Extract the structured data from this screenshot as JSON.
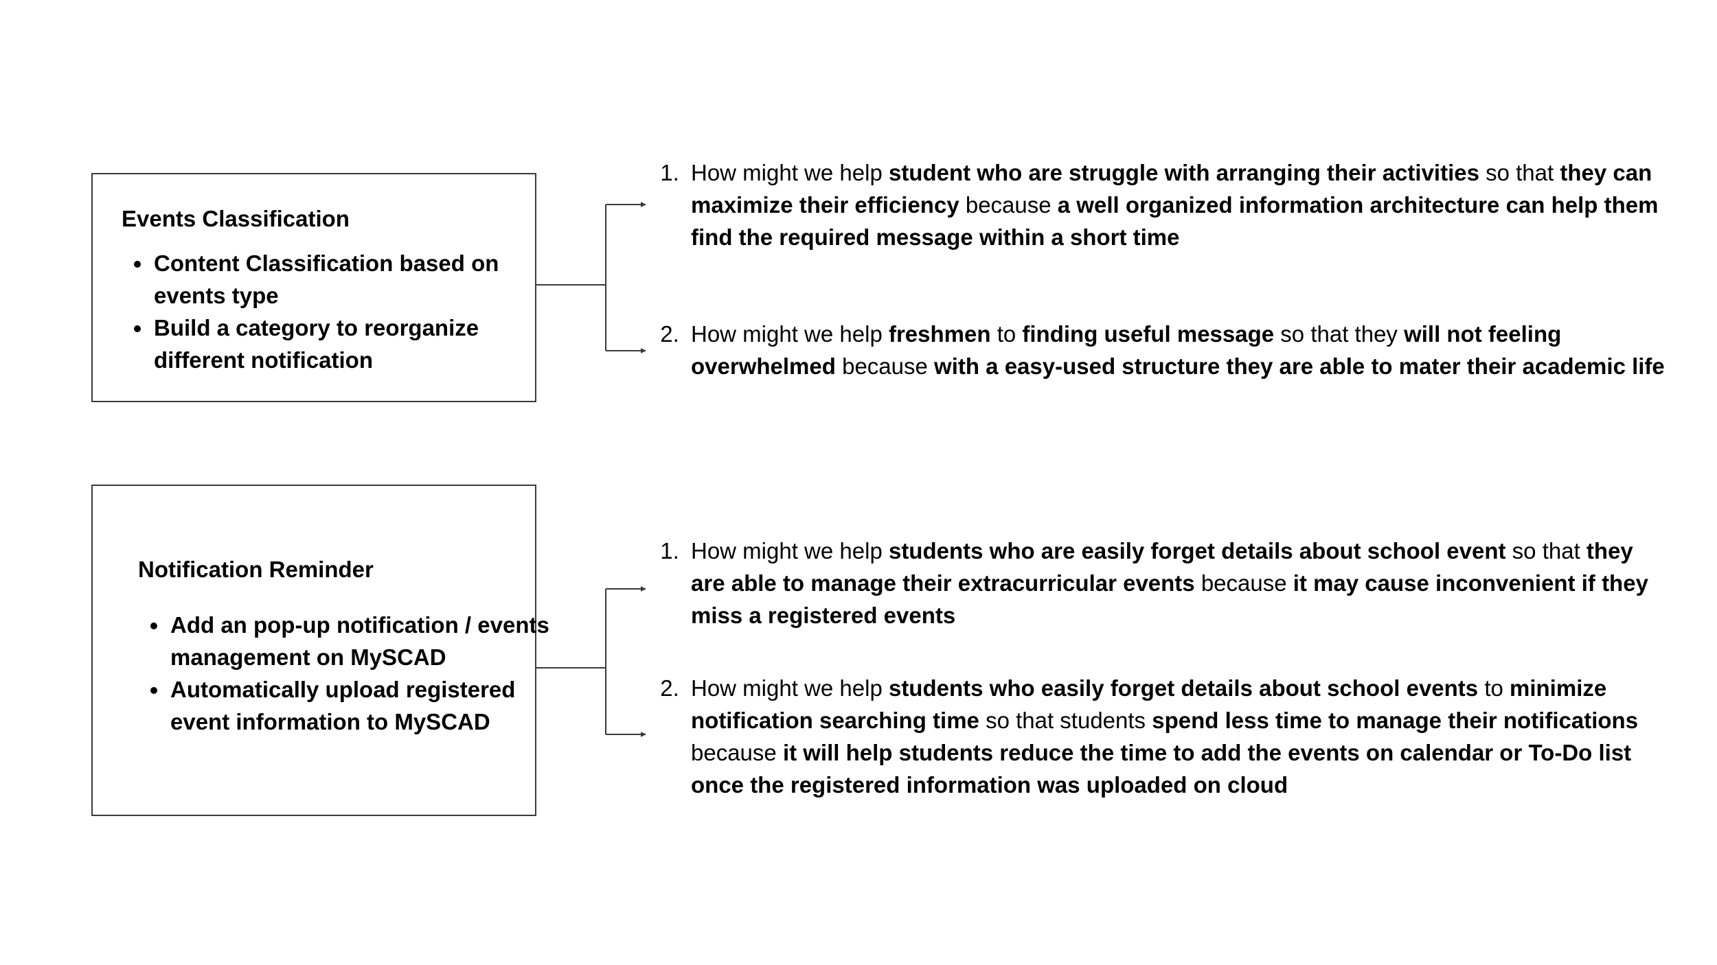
{
  "events_classification": {
    "title": "Events Classification",
    "bullets": [
      "Content Classification based on events type",
      "Build a category to reorganize different notification"
    ],
    "statements": [
      [
        {
          "text": "How might we help ",
          "bold": false
        },
        {
          "text": "student who are struggle with arranging their activities",
          "bold": true
        },
        {
          "text": " so that ",
          "bold": false
        },
        {
          "text": "they can maximize their efficiency",
          "bold": true
        },
        {
          "text": " because ",
          "bold": false
        },
        {
          "text": "a well organized information architecture can help them find the required message within a short time",
          "bold": true
        }
      ],
      [
        {
          "text": "How might we help ",
          "bold": false
        },
        {
          "text": "freshmen",
          "bold": true
        },
        {
          "text": " to ",
          "bold": false
        },
        {
          "text": "finding useful message",
          "bold": true
        },
        {
          "text": " so that they ",
          "bold": false
        },
        {
          "text": "will not feeling overwhelmed",
          "bold": true
        },
        {
          "text": " because ",
          "bold": false
        },
        {
          "text": "with a easy-used structure they are able to mater their academic life",
          "bold": true
        }
      ]
    ]
  },
  "notification_reminder": {
    "title": "Notification Reminder",
    "bullets": [
      "Add an pop-up notification / events management on MySCAD",
      "Automatically upload registered event information to MySCAD"
    ],
    "statements": [
      [
        {
          "text": "How might we help ",
          "bold": false
        },
        {
          "text": "students who are easily forget details about school event",
          "bold": true
        },
        {
          "text": " so that ",
          "bold": false
        },
        {
          "text": "they are able to manage their extracurricular events",
          "bold": true
        },
        {
          "text": " because ",
          "bold": false
        },
        {
          "text": "it may cause inconvenient if they miss a registered events",
          "bold": true
        }
      ],
      [
        {
          "text": "How might we help ",
          "bold": false
        },
        {
          "text": "students who easily forget details about school events",
          "bold": true
        },
        {
          "text": " to ",
          "bold": false
        },
        {
          "text": "minimize notification searching time",
          "bold": true
        },
        {
          "text": " so that students ",
          "bold": false
        },
        {
          "text": "spend less time to manage their notifications",
          "bold": true
        },
        {
          "text": " because ",
          "bold": false
        },
        {
          "text": "it will help students reduce the time to add the events on calendar or To-Do list once the registered information was uploaded on cloud",
          "bold": true
        }
      ]
    ]
  },
  "colors": {
    "line": "#3a3a3a",
    "text": "#000000",
    "background": "#ffffff"
  }
}
